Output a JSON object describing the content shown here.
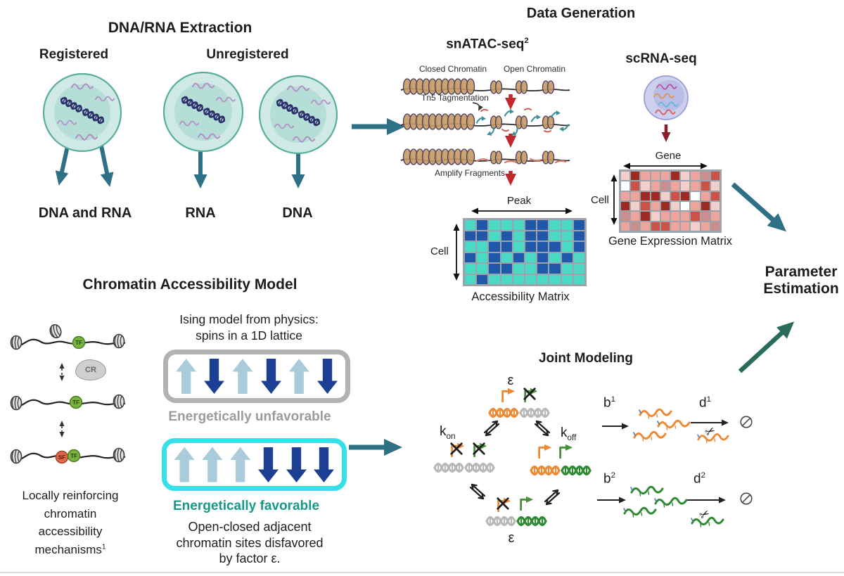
{
  "colors": {
    "teal_arrow": "#2E7186",
    "green_arrow": "#2A6B5C",
    "red_arrow": "#C1272D",
    "dark_red_arrow": "#8C1D2A",
    "spin_up": "#A9CBDA",
    "spin_down": "#1C3F94",
    "unfav_border": "#B2B2B2",
    "fav_border": "#35E0E8",
    "unfav_text": "#9B9B9B",
    "fav_text": "#17998A",
    "dna_orange": "#ED8A33",
    "dna_green": "#2F8A33",
    "dna_gray": "#B8B8B8",
    "acc_open_cell": "#49D9C5",
    "acc_closed_cell": "#2157A8"
  },
  "extraction": {
    "title": "DNA/RNA Extraction",
    "registered_label": "Registered",
    "unregistered_label": "Unregistered",
    "output_registered": "DNA and RNA",
    "output_rna": "RNA",
    "output_dna": "DNA"
  },
  "data_generation": {
    "title": "Data Generation",
    "snatac": {
      "title_base": "snATAC-seq",
      "title_sup": "2",
      "closed_label": "Closed Chromatin",
      "open_label": "Open Chromatin",
      "tn5_label": "Tn5 Tagmentation",
      "amplify_label": "Amplify Fragments",
      "matrix": {
        "col_axis_label": "Peak",
        "row_axis_label": "Cell",
        "caption": "Accessibility Matrix",
        "palette": {
          "C": "#49D9C5",
          "B": "#2157A8"
        },
        "rows": [
          "CBCCCBBCCB",
          "BBCBCBBCCB",
          "CCBBCBBBCB",
          "BCBCBCBCBC",
          "CCBBCCBBCC",
          "CBCCCCCCCC"
        ]
      }
    },
    "scrna": {
      "title": "scRNA-seq",
      "matrix": {
        "col_axis_label": "Gene",
        "row_axis_label": "Cell",
        "caption": "Gene Expression Matrix",
        "palette": {
          "L": "#F2CFCB",
          "P": "#EDA49C",
          "M": "#C98F8F",
          "R": "#CC5248",
          "D": "#9E2B23",
          "W": "#FFFFFF"
        },
        "rows": [
          "LDPPPDLPMR",
          "WRLPMPLPRL",
          "PPDDLRDWPR",
          "DLRPDLWPDL",
          "MPDLPPPRMP",
          "PMPRRPPLPM"
        ]
      }
    }
  },
  "parameter_estimation": {
    "line1": "Parameter",
    "line2": "Estimation"
  },
  "chromatin_model": {
    "title": "Chromatin Accessibility Model",
    "mechanism": {
      "line1": "Locally reinforcing",
      "line2": "chromatin",
      "line3": "accessibility",
      "line4_base": "mechanisms",
      "line4_sup": "1",
      "tf": "TF",
      "cr": "CR",
      "sf": "SF"
    },
    "ising": {
      "line1": "Ising model from physics:",
      "line2": "spins in a 1D lattice",
      "unfavorable": {
        "label": "Energetically unfavorable",
        "spins": [
          "U",
          "D",
          "U",
          "D",
          "U",
          "D"
        ]
      },
      "favorable": {
        "label": "Energetically favorable",
        "spins": [
          "U",
          "U",
          "U",
          "D",
          "D",
          "D"
        ]
      },
      "caption_line1": "Open-closed adjacent",
      "caption_line2": "chromatin sites disfavored",
      "caption_line3": "by factor ε."
    }
  },
  "joint_modeling": {
    "title": "Joint Modeling",
    "epsilon_top": "ε",
    "epsilon_bottom": "ε",
    "k_on": {
      "base": "k",
      "sub": "on"
    },
    "k_off": {
      "base": "k",
      "sub": "off"
    },
    "b1": {
      "base": "b",
      "sup": "1"
    },
    "d1": {
      "base": "d",
      "sup": "1"
    },
    "b2": {
      "base": "b",
      "sup": "2"
    },
    "d2": {
      "base": "d",
      "sup": "2"
    }
  }
}
